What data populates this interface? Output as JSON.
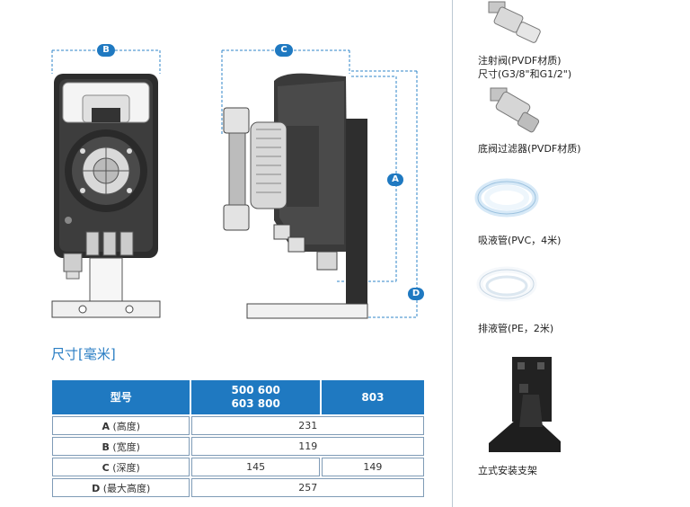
{
  "dimension_markers": {
    "a": "A",
    "b": "B",
    "c": "C",
    "d": "D"
  },
  "section_title": "尺寸[毫米]",
  "table": {
    "header": {
      "col_model": "型号",
      "col_group1_line1": "500 600",
      "col_group1_line2": "603 800",
      "col_group2": "803"
    },
    "rows": [
      {
        "letter": "A",
        "desc": "(高度)",
        "value": "231"
      },
      {
        "letter": "B",
        "desc": "(宽度)",
        "value": "119"
      },
      {
        "letter": "C",
        "desc": "(深度)",
        "value_group1": "145",
        "value_group2": "149"
      },
      {
        "letter": "D",
        "desc": "(最大高度)",
        "value": "257"
      }
    ]
  },
  "accessories": [
    {
      "line1": "注射阀(PVDF材质)",
      "line2": "尺寸(G3/8\"和G1/2\")"
    },
    {
      "line1": "底阀过滤器(PVDF材质)"
    },
    {
      "line1": "吸液管(PVC，4米)"
    },
    {
      "line1": "排液管(PE，2米)"
    },
    {
      "line1": "立式安装支架"
    }
  ],
  "colors": {
    "accent_blue": "#1f79c1",
    "title_blue": "#2a7ec4",
    "dimension_line": "#2f86c9"
  }
}
